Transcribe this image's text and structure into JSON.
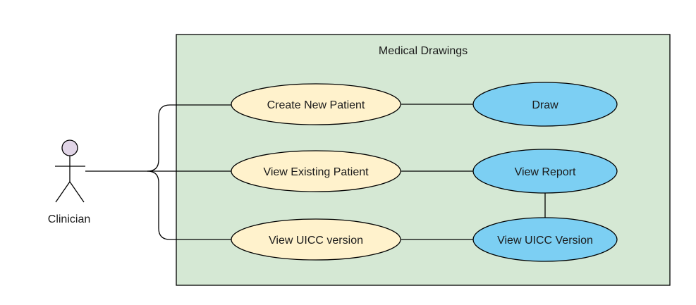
{
  "system": {
    "title": "Medical Drawings",
    "fill": "#d5e8d4",
    "stroke": "#000000"
  },
  "actor": {
    "label": "Clinician",
    "head_fill": "#e1d5e7"
  },
  "use_cases": {
    "create_patient": {
      "label": "Create New Patient",
      "fill": "#fff2cc"
    },
    "view_existing": {
      "label": "View Existing Patient",
      "fill": "#fff2cc"
    },
    "view_uicc_primary": {
      "label": "View UICC version",
      "fill": "#fff2cc"
    },
    "draw": {
      "label": "Draw",
      "fill": "#7ccff3"
    },
    "view_report": {
      "label": "View Report",
      "fill": "#7ccff3"
    },
    "view_uicc_secondary": {
      "label": "View UICC Version",
      "fill": "#7ccff3"
    }
  }
}
